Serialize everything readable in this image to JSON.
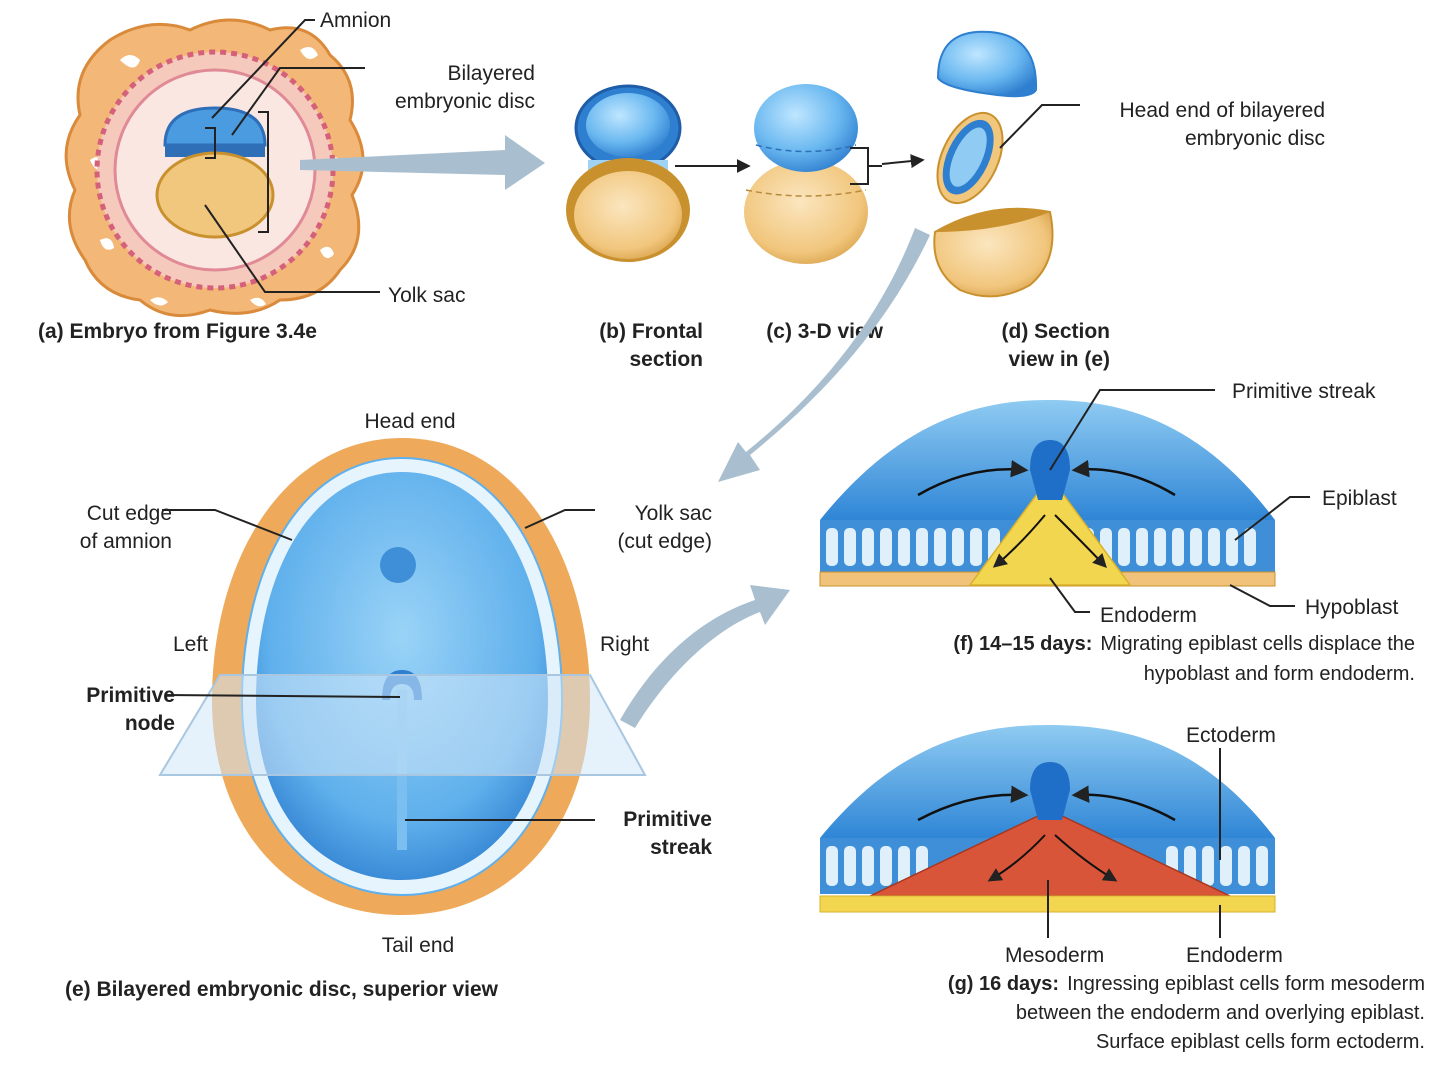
{
  "panel_a": {
    "label_amnion": "Amnion",
    "label_disc_1": "Bilayered",
    "label_disc_2": "embryonic disc",
    "label_yolk": "Yolk sac",
    "caption": "(a) Embryo from Figure 3.4e"
  },
  "panel_b": {
    "caption_1": "(b) Frontal",
    "caption_2": "section"
  },
  "panel_c": {
    "caption": "(c) 3-D view"
  },
  "panel_d": {
    "label_head_1": "Head end of bilayered",
    "label_head_2": "embryonic disc",
    "caption_1": "(d) Section",
    "caption_2": "view in (e)"
  },
  "panel_e": {
    "head_end": "Head end",
    "tail_end": "Tail end",
    "cut_edge_1": "Cut edge",
    "cut_edge_2": "of amnion",
    "yolk_1": "Yolk sac",
    "yolk_2": "(cut edge)",
    "left": "Left",
    "right": "Right",
    "node_1": "Primitive",
    "node_2": "node",
    "streak_1": "Primitive",
    "streak_2": "streak",
    "caption": "(e) Bilayered embryonic disc, superior view"
  },
  "panel_f": {
    "primitive_streak": "Primitive streak",
    "epiblast": "Epiblast",
    "endoderm": "Endoderm",
    "hypoblast": "Hypoblast",
    "caption_bold": "(f) 14–15 days:",
    "caption_1": "Migrating epiblast cells displace the",
    "caption_2": "hypoblast and form endoderm."
  },
  "panel_g": {
    "ectoderm": "Ectoderm",
    "mesoderm": "Mesoderm",
    "endoderm": "Endoderm",
    "caption_bold": "(g) 16 days:",
    "caption_1": "Ingressing epiblast cells form mesoderm",
    "caption_2": "between the endoderm and overlying epiblast.",
    "caption_3": "Surface epiblast cells form ectoderm."
  },
  "colors": {
    "amnion_blue": "#3f8fd8",
    "light_blue": "#8fcbf2",
    "yolk_tan": "#f0c27a",
    "yolk_dark": "#c9912e",
    "chorion_orange": "#e8a05a",
    "mesoderm_red": "#d9553a",
    "endoderm_yellow": "#f3d650",
    "arrow_gray": "#a9bfcf"
  }
}
